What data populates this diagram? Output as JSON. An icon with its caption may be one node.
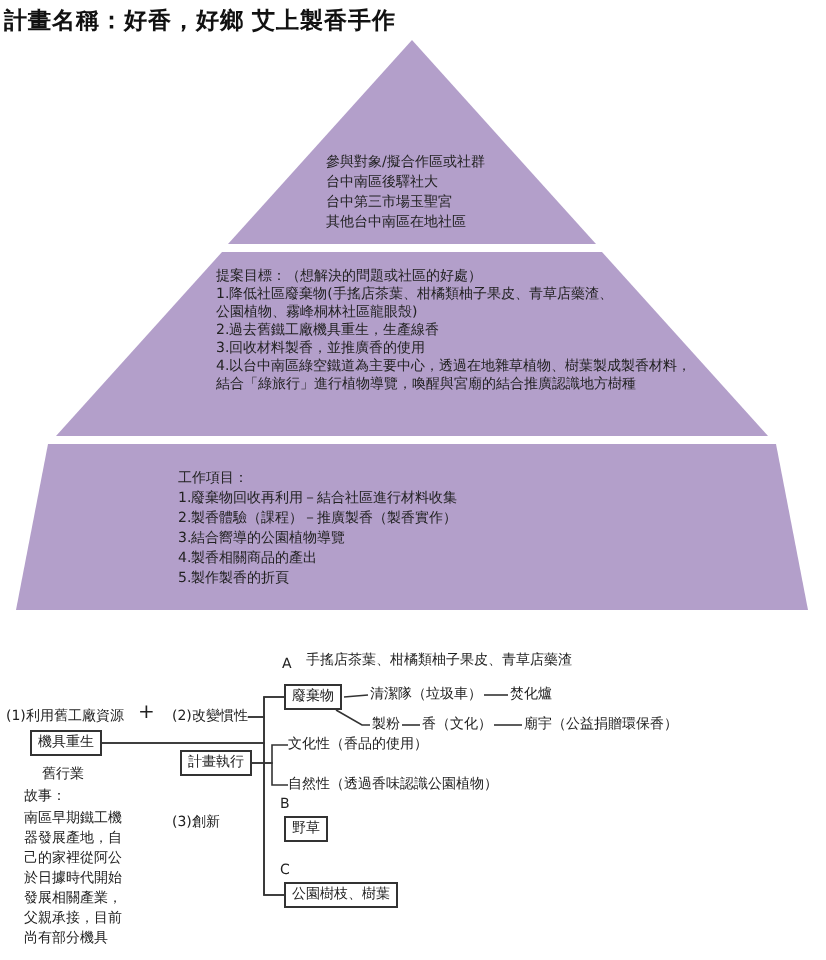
{
  "diagram": {
    "title": "計畫名稱：好香，好鄉 艾上製香手作",
    "nodes": [
      {
        "text": [
          "參與對象/擬合作區或社群",
          "台中南區後驛社大",
          "台中第三市場玉聖宮",
          "其他台中南區在地社區"
        ]
      },
      {
        "text": [
          "提案目標：（想解決的問題或社區的好處）",
          "1.降低社區廢棄物(手搖店茶葉、柑橘類柚子果皮、青草店藥渣、公園植物、霧峰桐林社區龍眼殼)",
          "2.過去舊鐵工廠機具重生，生產線香",
          "3.回收材料製香，並推廣香的使用",
          "4.以台中南區綠空鐵道為主要中心，透過在地雜草植物、樹葉製成製香材料，結合「綠旅行」進行植物導覽，喚醒與宮廟的結合推廣認識地方樹種"
        ]
      },
      {
        "text": [
          "工作項目：",
          "1.廢棄物回收再利用－結合社區進行材料收集",
          "2.製香體驗（課程）－推廣製香（製香實作）",
          "3.結合嚮導的公園植物導覽",
          "4.製香相關商品的產出",
          "5.製作製香的折頁"
        ]
      },
      {
        "text": [
          "(2)改變慣性"
        ]
      },
      {
        "text": [
          "機具重生"
        ],
        "beside": [
          "舊行業"
        ]
      },
      {
        "text": [
          "計畫執行"
        ]
      },
      {
        "text": [
          "廢棄物"
        ]
      },
      {
        "text": [
          "清潔隊（垃圾車）"
        ]
      },
      {
        "text": [
          "焚化爐"
        ]
      },
      {
        "text": [
          "製粉"
        ]
      },
      {
        "text": [
          "香（文化）"
        ]
      },
      {
        "text": [
          "廟宇（公益捐贈環保香）"
        ]
      },
      {
        "text": [
          "文化性（香品的使用）"
        ]
      },
      {
        "text": [
          "自然性（透過香味認識公園植物）"
        ]
      },
      {
        "text": [
          "野草"
        ]
      },
      {
        "text": [
          "公園樹枝、樹葉"
        ]
      }
    ],
    "edges": [
      {
        "from": 3,
        "to": 6,
        "arrow": "none"
      },
      {
        "from": 3,
        "to": 15,
        "arrow": "none"
      },
      {
        "from": 4,
        "to": 6,
        "arrow": "none"
      },
      {
        "from": 4,
        "to": 15,
        "arrow": "none"
      },
      {
        "from": 5,
        "to": 12,
        "arrow": "none"
      },
      {
        "from": 5,
        "to": 13,
        "arrow": "none"
      },
      {
        "from": 6,
        "to": 7,
        "arrow": "none"
      },
      {
        "from": 7,
        "to": 8,
        "arrow": "none"
      },
      {
        "from": 6,
        "to": 9,
        "arrow": "none"
      },
      {
        "from": 9,
        "to": 10,
        "arrow": "none"
      },
      {
        "from": 10,
        "to": 11,
        "arrow": "none"
      }
    ],
    "labels": [
      "A",
      "手搖店茶葉、柑橘類柚子果皮、青草店藥渣",
      "(1)利用舊工廠資源",
      "+",
      "故事：",
      "南區早期鐵工機器發展產地，自己的家裡從阿公於日據時代開始發展相關產業，父親承接，目前尚有部分機具",
      "(3)創新",
      "B",
      "C"
    ]
  }
}
